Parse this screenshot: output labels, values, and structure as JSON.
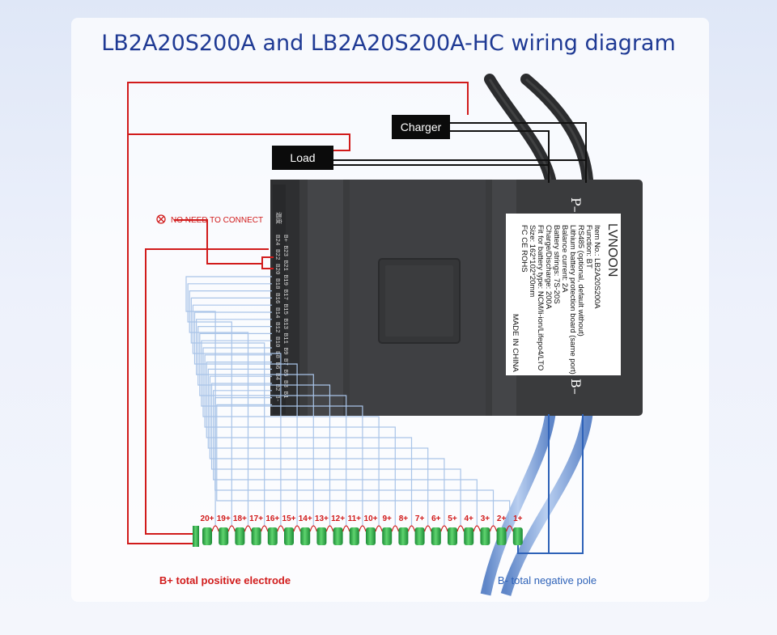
{
  "title": "LB2A20S200A and LB2A20S200A-HC wiring diagram",
  "colors": {
    "red": "#d11b1b",
    "blue": "#2e62b8",
    "light_blue_wire": "#a9c4e8",
    "bms_body": "#3a3b3d",
    "cell_green": "#2fb04a"
  },
  "charger_label": "Charger",
  "load_label": "Load",
  "no_need_label": "NO NEED TO CONNECT",
  "ports": {
    "p_minus": "P–",
    "b_minus": "B–"
  },
  "header_rows": [
    "温度",
    "B+ B23 B21 B19 B17 B15 B13 B11 B9 B7 B5 B3 B1",
    "B24 B22 B20 B18 B16 B14 B12 B10 B8 B6 B4 B2 B-"
  ],
  "label": {
    "brand": "LVNOON",
    "lines": [
      "Item No.: LB2A20S200A",
      "Function: BT",
      "RS485 (optional, default without)",
      "Lithium battery protection board (same port)",
      "Balance current: 2A",
      "Battery strings: 7S-20S",
      "Charge/Discharge: 200A",
      "Fit for battery type: NCM/li-ion/Lifepo4/LTO",
      "Size: 162*102*20mm",
      "FC CE ROHS"
    ],
    "made_in": "MADE IN CHINA"
  },
  "cells": [
    "20+",
    "19+",
    "18+",
    "17+",
    "16+",
    "15+",
    "14+",
    "13+",
    "12+",
    "11+",
    "10+",
    "9+",
    "8+",
    "7+",
    "6+",
    "5+",
    "4+",
    "3+",
    "2+",
    "1+"
  ],
  "b_plus_label": "B+ total positive electrode",
  "b_minus_label": "B- total negative pole"
}
